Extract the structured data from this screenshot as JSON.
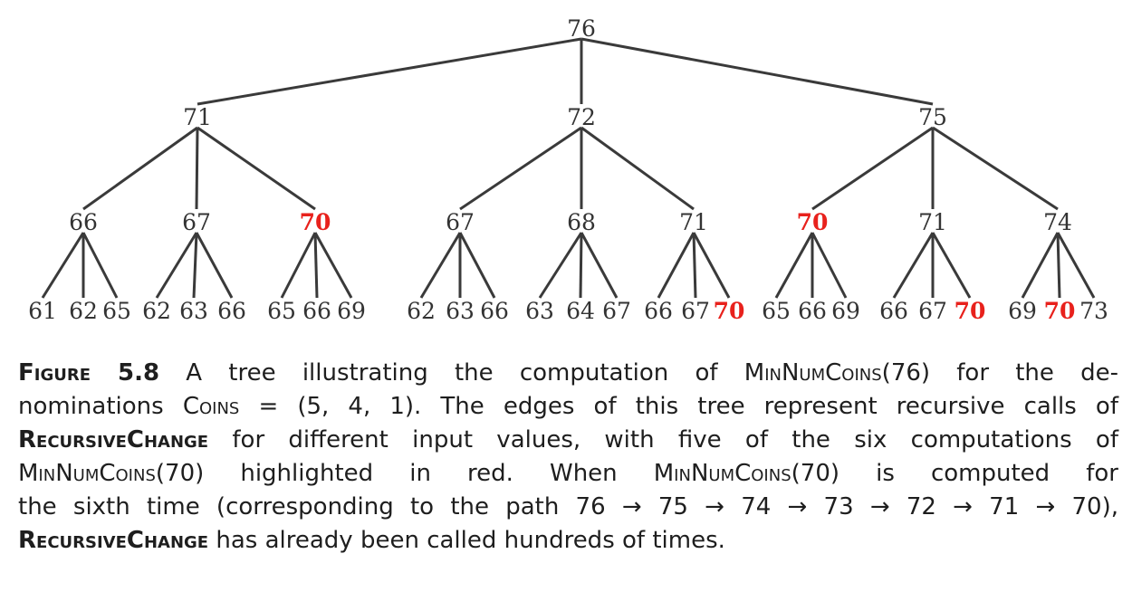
{
  "tree": {
    "highlight_color": "#e8211c",
    "root": {
      "value": "76",
      "highlight": false,
      "children": [
        {
          "value": "71",
          "highlight": false,
          "children": [
            {
              "value": "66",
              "highlight": false,
              "children": [
                {
                  "value": "61",
                  "highlight": false
                },
                {
                  "value": "62",
                  "highlight": false
                },
                {
                  "value": "65",
                  "highlight": false
                }
              ]
            },
            {
              "value": "67",
              "highlight": false,
              "children": [
                {
                  "value": "62",
                  "highlight": false
                },
                {
                  "value": "63",
                  "highlight": false
                },
                {
                  "value": "66",
                  "highlight": false
                }
              ]
            },
            {
              "value": "70",
              "highlight": true,
              "children": [
                {
                  "value": "65",
                  "highlight": false
                },
                {
                  "value": "66",
                  "highlight": false
                },
                {
                  "value": "69",
                  "highlight": false
                }
              ]
            }
          ]
        },
        {
          "value": "72",
          "highlight": false,
          "children": [
            {
              "value": "67",
              "highlight": false,
              "children": [
                {
                  "value": "62",
                  "highlight": false
                },
                {
                  "value": "63",
                  "highlight": false
                },
                {
                  "value": "66",
                  "highlight": false
                }
              ]
            },
            {
              "value": "68",
              "highlight": false,
              "children": [
                {
                  "value": "63",
                  "highlight": false
                },
                {
                  "value": "64",
                  "highlight": false
                },
                {
                  "value": "67",
                  "highlight": false
                }
              ]
            },
            {
              "value": "71",
              "highlight": false,
              "children": [
                {
                  "value": "66",
                  "highlight": false
                },
                {
                  "value": "67",
                  "highlight": false
                },
                {
                  "value": "70",
                  "highlight": true
                }
              ]
            }
          ]
        },
        {
          "value": "75",
          "highlight": false,
          "children": [
            {
              "value": "70",
              "highlight": true,
              "children": [
                {
                  "value": "65",
                  "highlight": false
                },
                {
                  "value": "66",
                  "highlight": false
                },
                {
                  "value": "69",
                  "highlight": false
                }
              ]
            },
            {
              "value": "71",
              "highlight": false,
              "children": [
                {
                  "value": "66",
                  "highlight": false
                },
                {
                  "value": "67",
                  "highlight": false
                },
                {
                  "value": "70",
                  "highlight": true
                }
              ]
            },
            {
              "value": "74",
              "highlight": false,
              "children": [
                {
                  "value": "69",
                  "highlight": false
                },
                {
                  "value": "70",
                  "highlight": true
                },
                {
                  "value": "73",
                  "highlight": false
                }
              ]
            }
          ]
        }
      ]
    }
  },
  "caption": {
    "figure_label": "Figure 5.8",
    "l1_a": "A tree illustrating the computation of ",
    "fn_min": "MinNumCoins",
    "l1_arg": "(76)",
    "l1_b": " for the de-",
    "l2_a": "nominations ",
    "coins_name": "Coins",
    "l2_b": " = (5, 4, 1).  The edges of this tree represent recursive calls of",
    "fn_rec": "RecursiveChange",
    "l3_b": " for different input values, with five of the six computations of",
    "l4_arg": "(70)",
    "l4_b": " highlighted in red. When ",
    "l4_c": " is computed for",
    "l5": "the sixth time (corresponding to the path 76 → 75 → 74 → 73 → 72 → 71 → 70),",
    "l6_b": " has already been called hundreds of times."
  }
}
